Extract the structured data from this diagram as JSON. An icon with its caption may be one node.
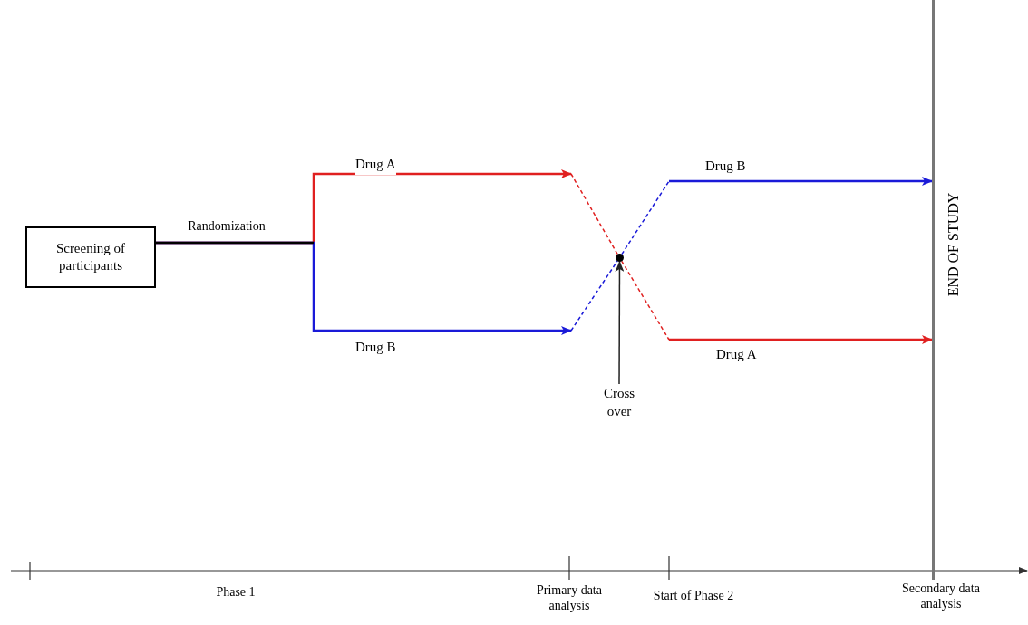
{
  "diagram": {
    "nodes": [
      {
        "text": [
          "Screening of participants"
        ]
      },
      {
        "text": [],
        "shape": "circle"
      },
      {
        "text": [
          "Cross over"
        ]
      },
      {
        "text": [
          "END OF STUDY"
        ]
      }
    ],
    "edges": [
      {
        "from": 0,
        "to": null,
        "arrow": "to",
        "label": "Drug A",
        "color": "#e02020"
      },
      {
        "from": 0,
        "to": null,
        "arrow": "to",
        "label": "Drug B",
        "color": "#1a1ad8"
      },
      {
        "from": null,
        "to": 3,
        "arrow": "to",
        "label": "Drug B",
        "color": "#1a1ad8"
      },
      {
        "from": null,
        "to": 3,
        "arrow": "to",
        "label": "Drug A",
        "color": "#e02020"
      },
      {
        "from": 2,
        "to": 1,
        "arrow": "to",
        "color": "#222222"
      },
      {
        "from": null,
        "to": 1,
        "arrow": "none",
        "style": "dashed",
        "color": "#e02020"
      },
      {
        "from": 1,
        "to": null,
        "arrow": "none",
        "style": "dashed",
        "color": "#e02020"
      },
      {
        "from": null,
        "to": 1,
        "arrow": "none",
        "style": "dashed",
        "color": "#1a1ad8"
      },
      {
        "from": 1,
        "to": null,
        "arrow": "none",
        "style": "dashed",
        "color": "#1a1ad8"
      }
    ],
    "labels": [
      "Randomization",
      "Phase 1",
      "Primary data analysis",
      "Start of Phase 2",
      "Secondary data analysis"
    ]
  }
}
